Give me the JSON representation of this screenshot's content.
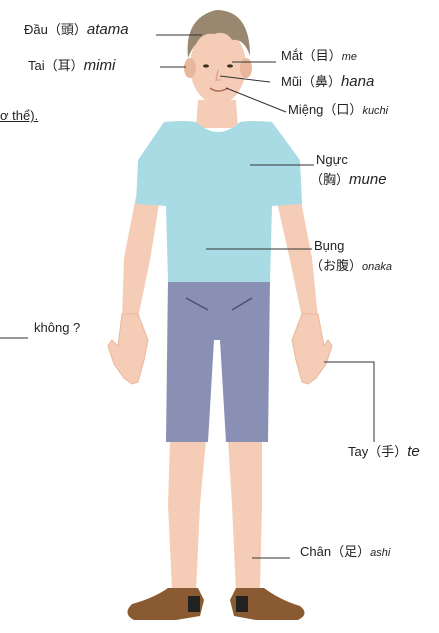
{
  "colors": {
    "skin": "#f5cdb6",
    "skin_shadow": "#e9b79b",
    "shirt": "#a8dbe4",
    "shorts": "#8a8fb4",
    "hair": "#9a876f",
    "shoe": "#8a5a32",
    "leader_line": "#333333"
  },
  "labels": {
    "head": {
      "vi": "Đầu",
      "kanji": "（頭）",
      "romaji": "atama"
    },
    "ear": {
      "vi": "Tai",
      "kanji": "（耳）",
      "romaji": "mimi"
    },
    "eye": {
      "vi": "Mắt",
      "kanji": "（目）",
      "romaji": "me"
    },
    "nose": {
      "vi": "Mũi",
      "kanji": "（鼻）",
      "romaji": "hana"
    },
    "mouth": {
      "vi": "Miệng",
      "kanji": "（口）",
      "romaji": "kuchi"
    },
    "chest": {
      "vi": "Ngực",
      "kanji": "（胸）",
      "romaji": "mune"
    },
    "belly": {
      "vi": "Bụng",
      "kanji": "（お腹）",
      "romaji": "onaka"
    },
    "hand": {
      "vi": "Tay",
      "kanji": "（手）",
      "romaji": "te"
    },
    "foot": {
      "vi": "Chân",
      "kanji": "（足）",
      "romaji": "ashi"
    }
  },
  "fragments": {
    "left_text_1": "ơ thể).",
    "left_text_2": "không ?"
  }
}
